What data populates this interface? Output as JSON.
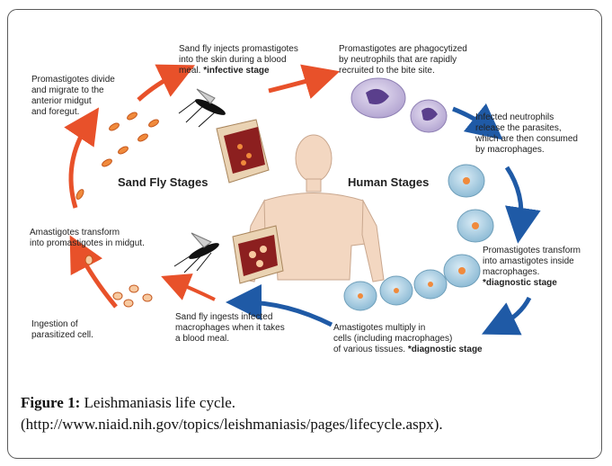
{
  "stages": {
    "sand_fly": "Sand Fly Stages",
    "human": "Human Stages"
  },
  "labels": {
    "injects": {
      "text": "Sand fly injects promastigotes\ninto the skin during a blood\nmeal. ",
      "note": "*infective stage"
    },
    "phagocytized": {
      "text": "Promastigotes are phagocytized\nby neutrophils that are rapidly\nrecruited to the bite site."
    },
    "neutrophils_release": {
      "text": "Infected neutrophils\nrelease the parasites,\nwhich are then consumed\nby macrophages."
    },
    "transform_amastigotes": {
      "text": "Promastigotes transform\ninto amastigotes inside\nmacrophages.\n",
      "note": "*diagnostic stage"
    },
    "multiply": {
      "text": "Amastigotes multiply in\ncells (including macrophages)\nof various tissues. ",
      "note": "*diagnostic stage"
    },
    "ingests": {
      "text": "Sand fly ingests infected\nmacrophages when it takes\na blood meal."
    },
    "ingestion": {
      "text": "Ingestion of\nparasitized cell."
    },
    "transform_promastigotes": {
      "text": "Amastigotes transform\ninto promastigotes in midgut."
    },
    "divide_migrate": {
      "text": "Promastigotes divide\nand migrate to the\nanterior midgut\nand foregut."
    }
  },
  "caption": {
    "figure_label": "Figure 1:",
    "text": " Leishmaniasis life cycle. (http://www.niaid.nih.gov/topics/leishmaniasis/pages/lifecycle.aspx)."
  },
  "colors": {
    "sand_fly_arrow": "#e8512a",
    "human_arrow": "#1f5aa6",
    "macrophage": "#a9cde0",
    "neutrophil": "#cbbfe0",
    "tissue": "#8c1f1f",
    "parasite": "#f08a3c"
  }
}
